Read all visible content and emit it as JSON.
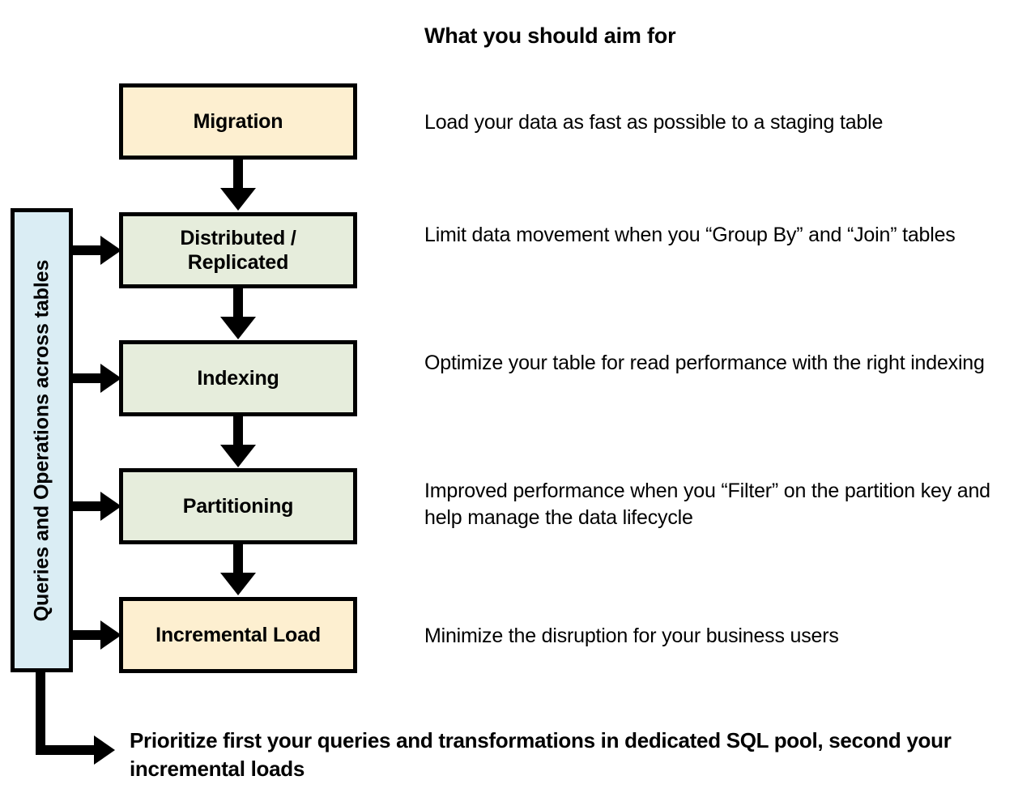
{
  "header": {
    "title": "What you should aim for"
  },
  "side_band": {
    "label": "Queries and Operations across tables",
    "color": "#daedf4"
  },
  "colors": {
    "cream_box": "#fdefd0",
    "green_box": "#e6eddc",
    "band_blue": "#daedf4",
    "outline": "#000000",
    "text": "#000000"
  },
  "stages": [
    {
      "name": "Migration",
      "fill": "#fdefd0",
      "description": "Load your data as fast as possible to a staging table",
      "has_band_arrow": false
    },
    {
      "name": "Distributed /\nReplicated",
      "name_line1": "Distributed /",
      "name_line2": "Replicated",
      "fill": "#e6eddc",
      "description": "Limit data movement when you “Group By” and “Join” tables",
      "has_band_arrow": true
    },
    {
      "name": "Indexing",
      "fill": "#e6eddc",
      "description": "Optimize your table for read performance with the right indexing",
      "has_band_arrow": true
    },
    {
      "name": "Partitioning",
      "fill": "#e6eddc",
      "description": "Improved performance when you “Filter” on the partition key and help manage the data lifecycle",
      "has_band_arrow": true
    },
    {
      "name": "Incremental Load",
      "fill": "#fdefd0",
      "description": "Minimize the disruption for your business users",
      "has_band_arrow": true
    }
  ],
  "footer": {
    "note": "Prioritize first your queries and transformations in dedicated SQL pool, second your incremental loads"
  }
}
